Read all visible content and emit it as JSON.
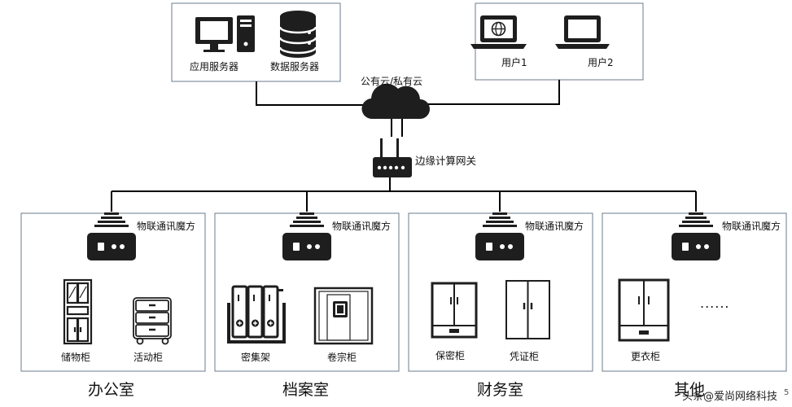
{
  "top_servers": {
    "app_server_label": "应用服务器",
    "db_server_label": "数据服务器"
  },
  "top_users": {
    "user1_label": "用户1",
    "user2_label": "用户2"
  },
  "cloud": {
    "label": "公有云/私有云"
  },
  "gateway": {
    "label": "边缘计算网关"
  },
  "zones": [
    {
      "title": "办公室",
      "hub_label": "物联通讯魔方",
      "items": [
        "储物柜",
        "活动柜"
      ]
    },
    {
      "title": "档案室",
      "hub_label": "物联通讯魔方",
      "items": [
        "密集架",
        "卷宗柜"
      ]
    },
    {
      "title": "财务室",
      "hub_label": "物联通讯魔方",
      "items": [
        "保密柜",
        "凭证柜"
      ]
    },
    {
      "title": "其他",
      "hub_label": "物联通讯魔方",
      "items": [
        "更衣柜"
      ],
      "ellipsis": "......"
    }
  ],
  "watermark": "头条@爱尚网络科技",
  "corner_mark": "5",
  "colors": {
    "line": "#000000",
    "box_border": "#6b7b8c",
    "icon": "#1e1e1e"
  }
}
